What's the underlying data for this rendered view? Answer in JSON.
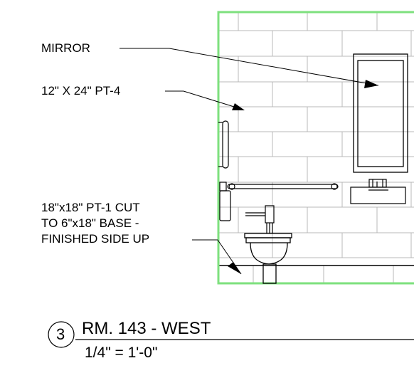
{
  "notes": {
    "mirror": "MIRROR",
    "tile": "12\" X 24\" PT-4",
    "base_line1": "18\"x18\" PT-1 CUT",
    "base_line2": "TO 6\"x18\" BASE -",
    "base_line3": "FINISHED SIDE UP"
  },
  "title_block": {
    "detail_number": "3",
    "title": "RM. 143 - WEST",
    "scale": "1/4\" = 1'-0\""
  },
  "colors": {
    "wall_outline": "#7ee07e",
    "tile_grid": "#b8b8b8",
    "linework": "#000000"
  }
}
